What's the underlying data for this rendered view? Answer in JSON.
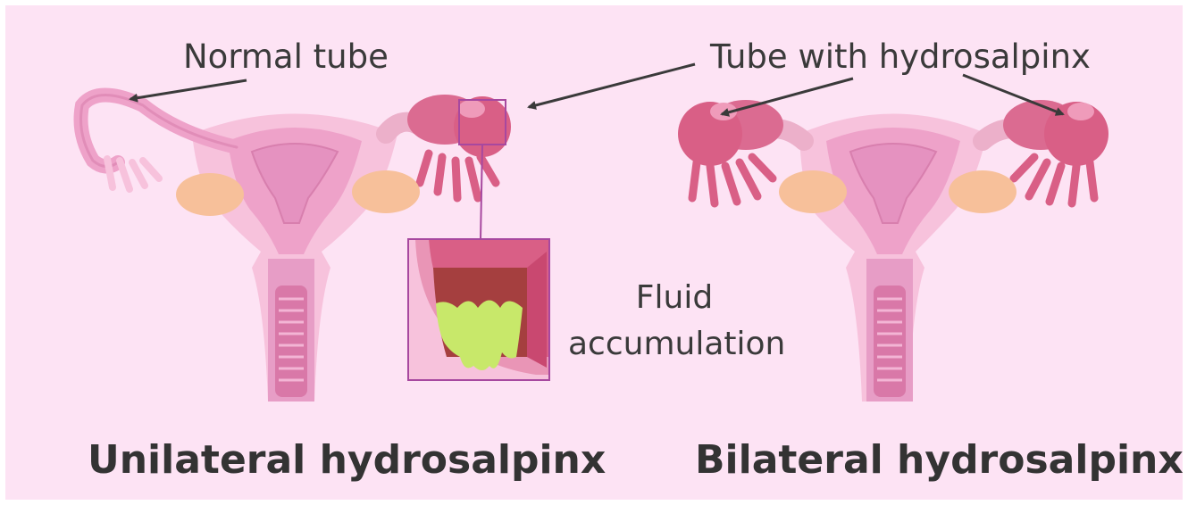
{
  "labels": {
    "normal_tube": "Normal tube",
    "tube_with_hydrosalpinx": "Tube with hydrosalpinx",
    "fluid_accumulation": "Fluid accumulation"
  },
  "titles": {
    "left": "Unilateral hydrosalpinx",
    "right": "Bilateral hydrosalpinx"
  },
  "colors": {
    "background": "#fde3f4",
    "tissue_light": "#f5b4d2",
    "tissue_mid": "#e88cb8",
    "hydrosalpinx": "#d95f86",
    "ovary": "#f7c09a",
    "fluid": "#c8e86a",
    "text": "#3a3a3a"
  }
}
